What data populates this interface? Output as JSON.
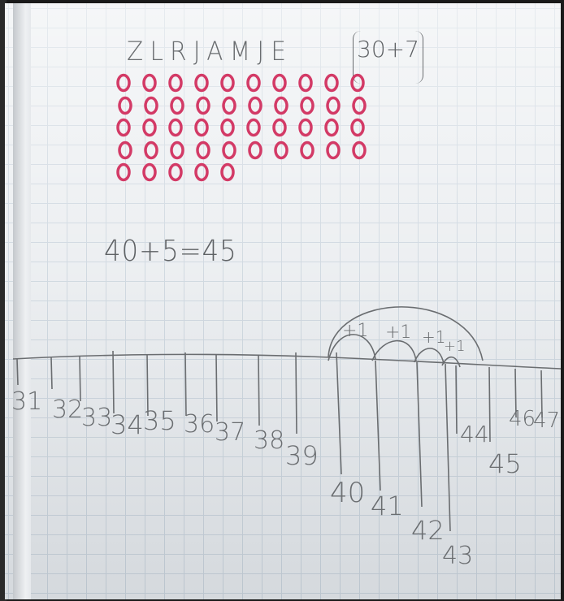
{
  "heading": {
    "word": "ZLRJAMJE",
    "expression": "30+7"
  },
  "equation": "40+5=45",
  "jump_labels": [
    "+1",
    "+1",
    "+1",
    "+1"
  ],
  "number_line": [
    "31",
    "32",
    "33",
    "34",
    "35",
    "36",
    "37",
    "38",
    "39",
    "40",
    "41",
    "42",
    "43",
    "44",
    "45",
    "46",
    "47"
  ],
  "colors": {
    "paper": "#e9ecef",
    "grid": "#c9d3dc",
    "pencil": "#6a6d70",
    "marker": "#d33a66"
  }
}
